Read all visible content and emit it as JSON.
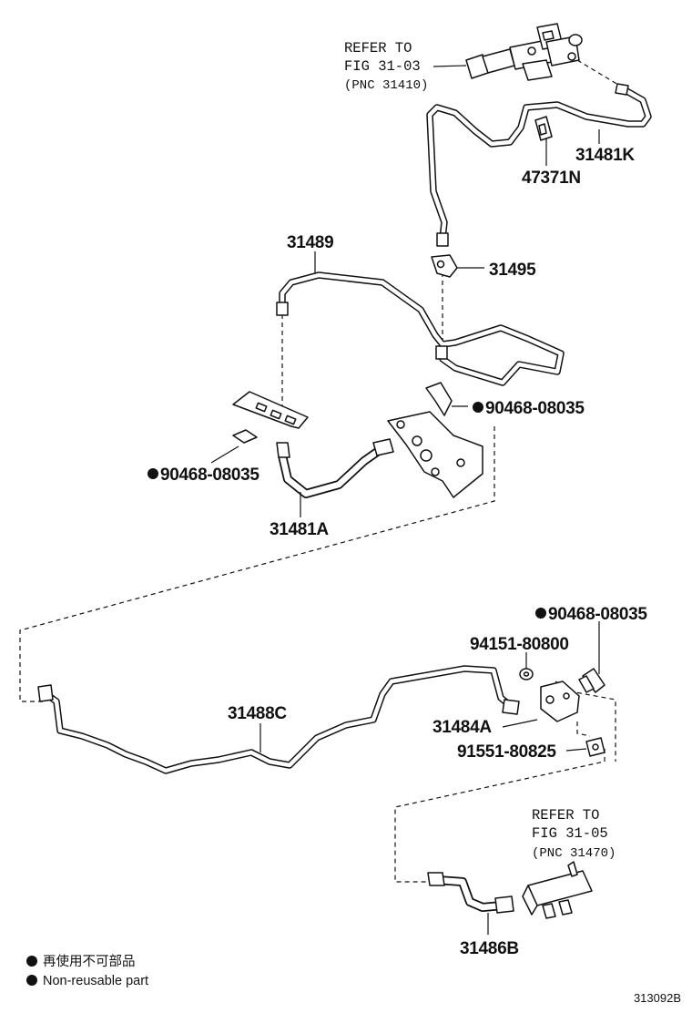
{
  "references": [
    {
      "line1": "REFER TO",
      "line2": "FIG 31-03",
      "line3": "(PNC 31410)"
    },
    {
      "line1": "REFER TO",
      "line2": "FIG 31-05",
      "line3": "(PNC 31470)"
    }
  ],
  "parts": [
    {
      "number": "31481K",
      "nonreusable": false
    },
    {
      "number": "47371N",
      "nonreusable": false
    },
    {
      "number": "31489",
      "nonreusable": false
    },
    {
      "number": "31495",
      "nonreusable": false
    },
    {
      "number": "90468-08035",
      "nonreusable": true
    },
    {
      "number": "90468-08035",
      "nonreusable": true
    },
    {
      "number": "31481A",
      "nonreusable": false
    },
    {
      "number": "90468-08035",
      "nonreusable": true
    },
    {
      "number": "94151-80800",
      "nonreusable": false
    },
    {
      "number": "31488C",
      "nonreusable": false
    },
    {
      "number": "31484A",
      "nonreusable": false
    },
    {
      "number": "91551-80825",
      "nonreusable": false
    },
    {
      "number": "31486B",
      "nonreusable": false
    }
  ],
  "legend": {
    "japanese": "再使用不可部品",
    "english": "Non-reusable part"
  },
  "figure_id": "313092B"
}
